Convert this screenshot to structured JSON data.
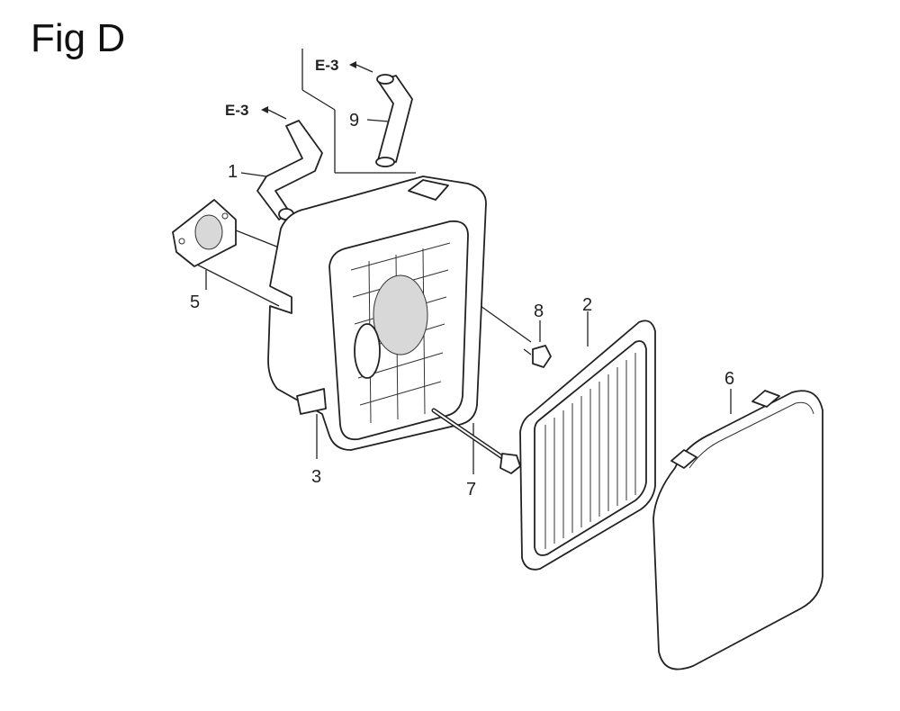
{
  "figure": {
    "title": "Fig D"
  },
  "refs": {
    "ref_left": "E-3",
    "ref_right": "E-3"
  },
  "callouts": {
    "c1": "1",
    "c2": "2",
    "c3": "3",
    "c5": "5",
    "c6": "6",
    "c7": "7",
    "c8": "8",
    "c9": "9"
  }
}
